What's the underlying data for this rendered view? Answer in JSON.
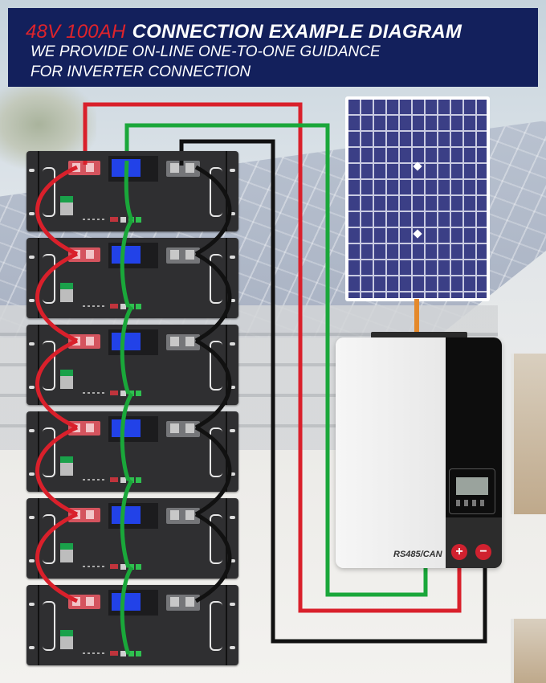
{
  "header": {
    "title_spec": "48V 100AH",
    "title_main": "CONNECTION EXAMPLE DIAGRAM",
    "subtitle_line1": "WE PROVIDE ON-LINE ONE-TO-ONE GUIDANCE",
    "subtitle_line2": "FOR INVERTER CONNECTION",
    "background_color": "#13205c",
    "spec_color": "#e0232b"
  },
  "inverter": {
    "comm_port_label": "RS485/CAN",
    "positive_terminal_symbol": "+",
    "negative_terminal_symbol": "−"
  },
  "battery_stack": {
    "module_count": 6,
    "modules": [
      {
        "index": 1
      },
      {
        "index": 2
      },
      {
        "index": 3
      },
      {
        "index": 4
      },
      {
        "index": 5
      },
      {
        "index": 6
      }
    ]
  },
  "wires": {
    "positive": {
      "color": "#d9202b",
      "label": "positive-cable"
    },
    "communication": {
      "color": "#1aa73a",
      "label": "communication-cable"
    },
    "negative": {
      "color": "#111111",
      "label": "negative-cable"
    },
    "pv": {
      "color": "#e4892b",
      "label": "pv-cable"
    }
  }
}
